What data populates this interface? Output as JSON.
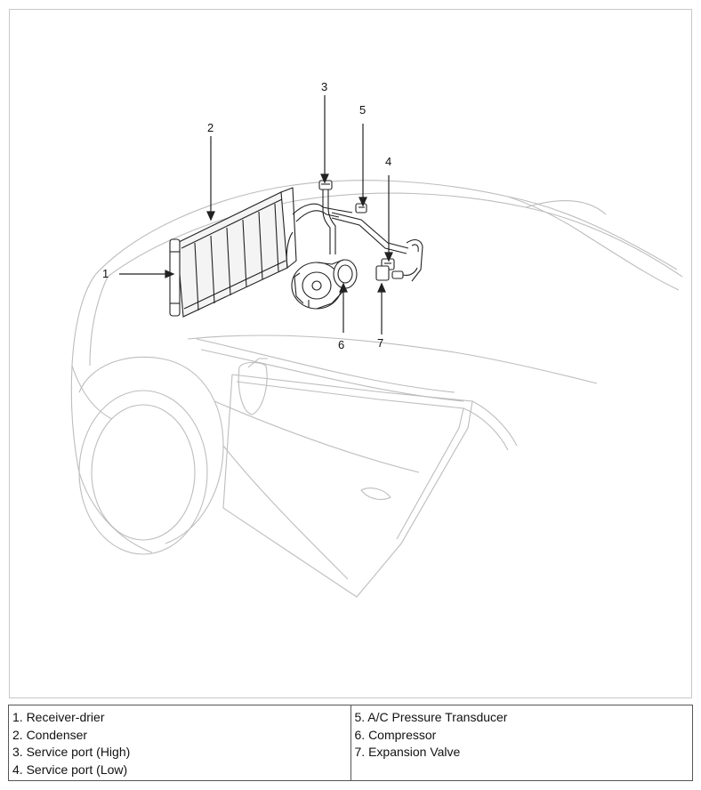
{
  "callouts": {
    "c1": "1",
    "c2": "2",
    "c3": "3",
    "c4": "4",
    "c5": "5",
    "c6": "6",
    "c7": "7"
  },
  "legend": {
    "left": [
      "1. Receiver-drier",
      "2. Condenser",
      "3. Service port (High)",
      "4. Service port (Low)"
    ],
    "right": [
      "5. A/C Pressure Transducer",
      "6. Compressor",
      "7. Expansion Valve"
    ]
  },
  "colors": {
    "car_line": "#bdbdbd",
    "component_line": "#222222",
    "frame_border": "#c8c8c8",
    "table_border": "#555555"
  }
}
